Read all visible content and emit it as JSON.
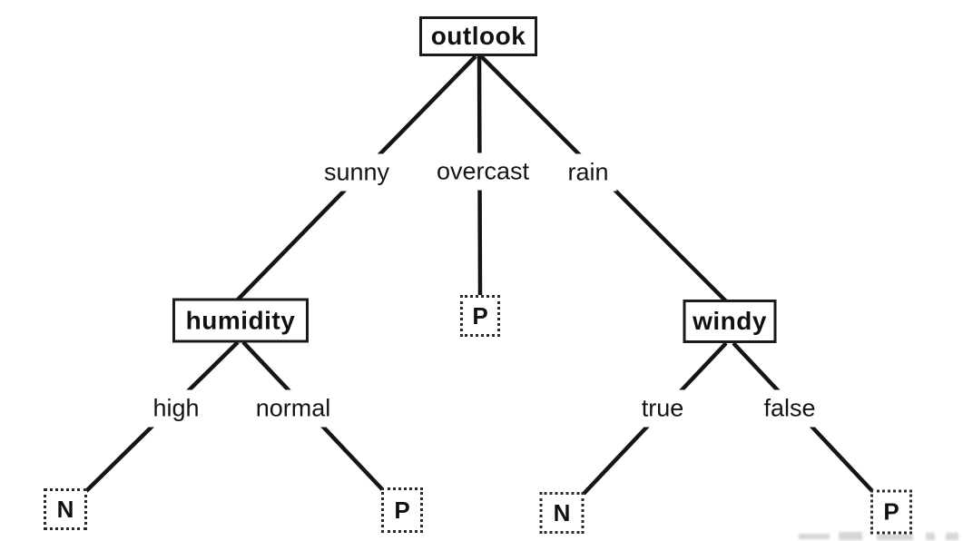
{
  "diagram": {
    "kind": "decision-tree",
    "colors": {
      "ink": "#151515",
      "background": "#ffffff"
    },
    "nodes": {
      "outlook": {
        "label": "outlook",
        "kind": "decision"
      },
      "humidity": {
        "label": "humidity",
        "kind": "decision"
      },
      "windy": {
        "label": "windy",
        "kind": "decision"
      },
      "leaf_overcast": {
        "label": "P",
        "kind": "leaf"
      },
      "leaf_high": {
        "label": "N",
        "kind": "leaf"
      },
      "leaf_normal": {
        "label": "P",
        "kind": "leaf"
      },
      "leaf_true": {
        "label": "N",
        "kind": "leaf"
      },
      "leaf_false": {
        "label": "P",
        "kind": "leaf"
      }
    },
    "branches": {
      "sunny": {
        "label": "sunny",
        "from": "outlook",
        "to": "humidity"
      },
      "overcast": {
        "label": "overcast",
        "from": "outlook",
        "to": "leaf_overcast"
      },
      "rain": {
        "label": "rain",
        "from": "outlook",
        "to": "windy"
      },
      "high": {
        "label": "high",
        "from": "humidity",
        "to": "leaf_high"
      },
      "normal": {
        "label": "normal",
        "from": "humidity",
        "to": "leaf_normal"
      },
      "true": {
        "label": "true",
        "from": "windy",
        "to": "leaf_true"
      },
      "false": {
        "label": "false",
        "from": "windy",
        "to": "leaf_false"
      }
    }
  }
}
